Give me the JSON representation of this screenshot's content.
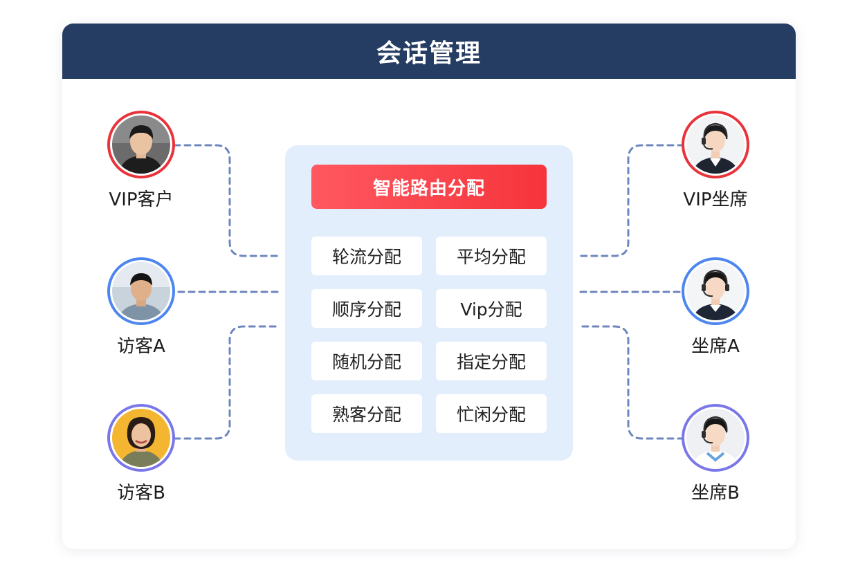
{
  "card": {
    "title": "会话管理"
  },
  "hub": {
    "title": "智能路由分配",
    "methods": [
      {
        "label": "轮流分配"
      },
      {
        "label": "平均分配"
      },
      {
        "label": "顺序分配"
      },
      {
        "label": "Vip分配"
      },
      {
        "label": "随机分配"
      },
      {
        "label": "指定分配"
      },
      {
        "label": "熟客分配"
      },
      {
        "label": "忙闲分配"
      }
    ]
  },
  "customers": [
    {
      "label": "VIP客户",
      "ring_color": "#e8333a",
      "icon": "customer-avatar"
    },
    {
      "label": "访客A",
      "ring_color": "#4d86ee",
      "icon": "customer-avatar"
    },
    {
      "label": "访客B",
      "ring_color": "#7a77e8",
      "icon": "customer-avatar"
    }
  ],
  "agents": [
    {
      "label": "VIP坐席",
      "ring_color": "#e8333a",
      "icon": "agent-headset-avatar"
    },
    {
      "label": "坐席A",
      "ring_color": "#4d86ee",
      "icon": "agent-headset-avatar"
    },
    {
      "label": "坐席B",
      "ring_color": "#7a77e8",
      "icon": "agent-headset-avatar"
    }
  ],
  "colors": {
    "header_bg": "#263d63",
    "hub_bg": "#e3eefc",
    "accent_red": "#f6343b",
    "connector": "#6d86bd"
  }
}
